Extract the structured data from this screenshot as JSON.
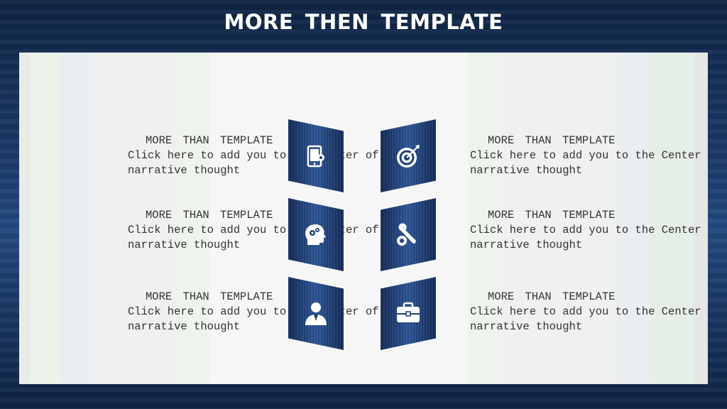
{
  "slide": {
    "title": "MORE  THEN  TEMPLATE",
    "items": [
      {
        "heading": "MORE  THAN  TEMPLATE",
        "line1": "Click here to add  you to the Center of the",
        "line2": "narrative thought",
        "icon": "tablet-gear-icon"
      },
      {
        "heading": "MORE  THAN  TEMPLATE",
        "line1": "Click here to add  you to the Center of the",
        "line2": "narrative thought",
        "icon": "target-icon"
      },
      {
        "heading": "MORE  THAN  TEMPLATE",
        "line1": "Click here to add  you to the Center of the",
        "line2": "narrative thought",
        "icon": "head-gears-icon"
      },
      {
        "heading": "MORE  THAN  TEMPLATE",
        "line1": "Click here to add  you to the Center of the",
        "line2": "narrative thought",
        "icon": "wrench-gear-icon"
      },
      {
        "heading": "MORE  THAN  TEMPLATE",
        "line1": "Click here to add  you to the Center of the",
        "line2": "narrative thought",
        "icon": "user-icon"
      },
      {
        "heading": "MORE  THAN  TEMPLATE",
        "line1": "Click here to add  you to the Center of the",
        "line2": "narrative thought",
        "icon": "briefcase-icon"
      }
    ]
  }
}
